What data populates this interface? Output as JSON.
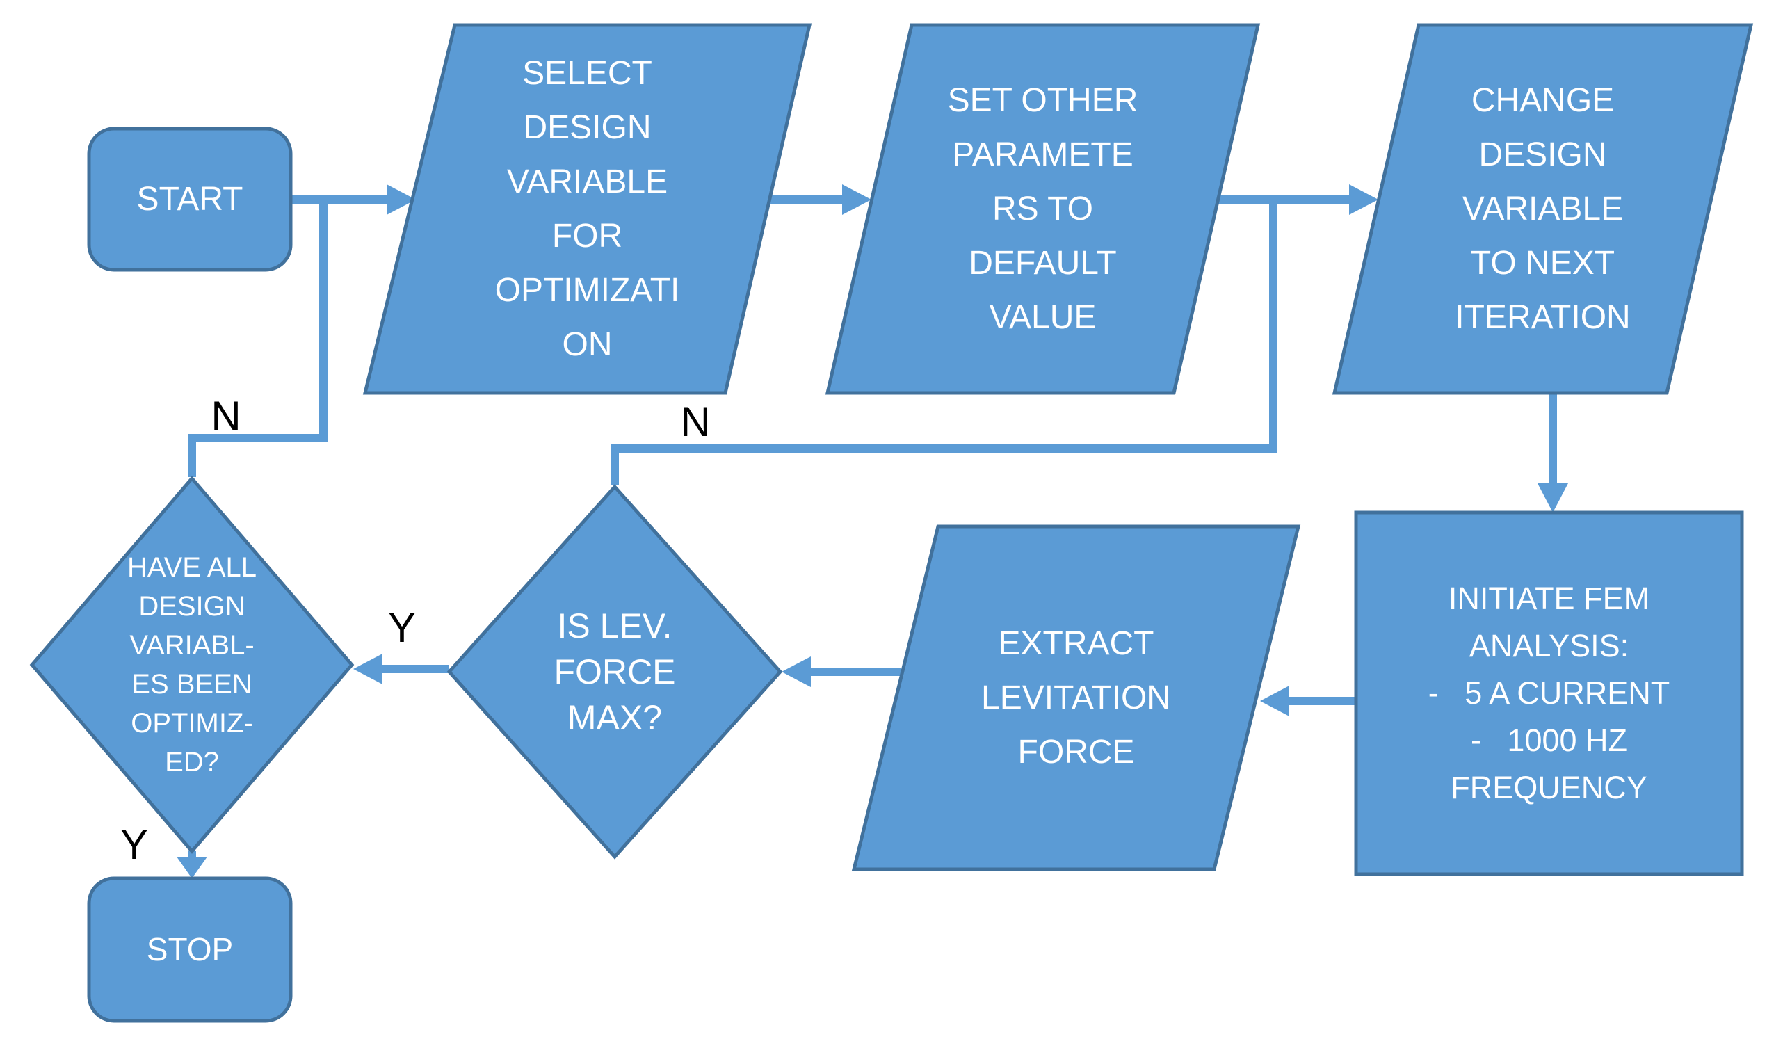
{
  "diagram": {
    "type": "flowchart",
    "palette": {
      "shape_fill": "#5b9bd5",
      "shape_outline": "#41719c",
      "connector": "#5b9bd5",
      "node_text": "#ffffff",
      "edge_label_text": "#000000",
      "background": "#ffffff"
    },
    "nodes": {
      "start": {
        "type": "terminator",
        "label": "START"
      },
      "select_design_variable": {
        "type": "parallelogram",
        "label": "SELECT\nDESIGN\nVARIABLE\nFOR\nOPTIMIZATI\nON"
      },
      "set_other_parameters": {
        "type": "parallelogram",
        "label": "SET OTHER\nPARAMETE\nRS TO\nDEFAULT\nVALUE"
      },
      "change_design_variable": {
        "type": "parallelogram",
        "label": "CHANGE\nDESIGN\nVARIABLE\nTO NEXT\nITERATION"
      },
      "initiate_fem_analysis": {
        "type": "rectangle",
        "label": "INITIATE FEM\nANALYSIS:\n-   5 A CURRENT\n-   1000 HZ\nFREQUENCY"
      },
      "extract_levitation_force": {
        "type": "parallelogram",
        "label": "EXTRACT\nLEVITATION\nFORCE"
      },
      "is_lev_force_max": {
        "type": "decision",
        "label": "IS LEV.\nFORCE\nMAX?"
      },
      "have_all_optimized": {
        "type": "decision",
        "label": "HAVE ALL\nDESIGN\nVARIABL-\nES BEEN\nOPTIMIZ-\nED?"
      },
      "stop": {
        "type": "terminator",
        "label": "STOP"
      }
    },
    "edge_labels": {
      "n_from_is_lev_force_max": "N",
      "y_from_is_lev_force_max": "Y",
      "n_from_have_all_optimized": "N",
      "y_from_have_all_optimized": "Y"
    },
    "edges": [
      {
        "from": "start",
        "to": "select_design_variable",
        "label": ""
      },
      {
        "from": "select_design_variable",
        "to": "set_other_parameters",
        "label": ""
      },
      {
        "from": "set_other_parameters",
        "to": "change_design_variable",
        "label": ""
      },
      {
        "from": "change_design_variable",
        "to": "initiate_fem_analysis",
        "label": ""
      },
      {
        "from": "initiate_fem_analysis",
        "to": "extract_levitation_force",
        "label": ""
      },
      {
        "from": "extract_levitation_force",
        "to": "is_lev_force_max",
        "label": ""
      },
      {
        "from": "is_lev_force_max",
        "to": "change_design_variable",
        "label": "N"
      },
      {
        "from": "is_lev_force_max",
        "to": "have_all_optimized",
        "label": "Y"
      },
      {
        "from": "have_all_optimized",
        "to": "select_design_variable",
        "label": "N"
      },
      {
        "from": "have_all_optimized",
        "to": "stop",
        "label": "Y"
      }
    ]
  }
}
